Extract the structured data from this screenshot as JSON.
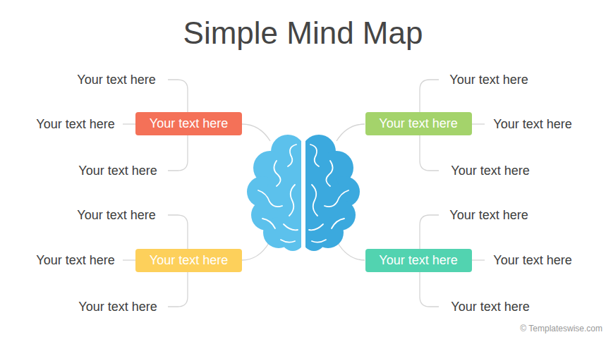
{
  "diagram": {
    "title": "Simple Mind Map",
    "nodes": [
      {
        "text": [
          "Your text here"
        ]
      },
      {
        "text": [
          "Your text here"
        ]
      },
      {
        "text": [
          "Your text here"
        ]
      },
      {
        "text": [
          "Your text here"
        ]
      }
    ],
    "labels": [
      "Your text here",
      "Your text here",
      "Your text here",
      "Your text here",
      "Your text here",
      "Your text here",
      "Your text here",
      "Your text here",
      "Your text here",
      "Your text here",
      "Your text here",
      "Your text here",
      "© Templateswise.com"
    ]
  }
}
